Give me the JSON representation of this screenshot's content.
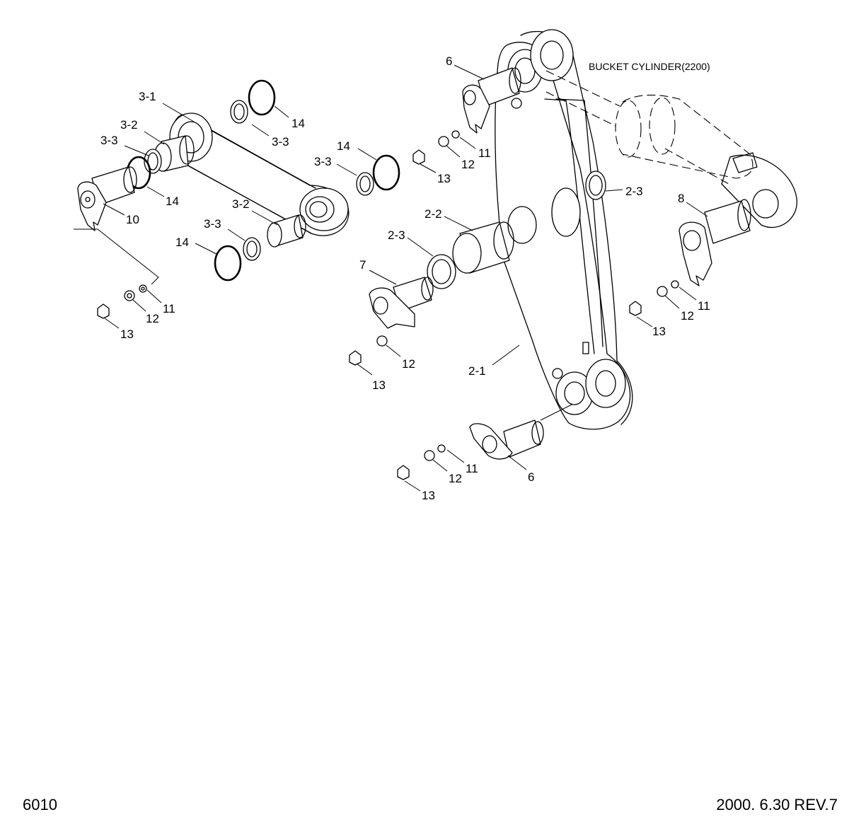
{
  "drawing": {
    "page_code": "6010",
    "revision": "2000. 6.30  REV.7",
    "note": "BUCKET CYLINDER(2200)"
  },
  "labels": {
    "p2_1": "2-1",
    "p2_2": "2-2",
    "p2_3": "2-3",
    "p3_1": "3-1",
    "p3_2": "3-2",
    "p3_3": "3-3",
    "p6": "6",
    "p7": "7",
    "p8": "8",
    "p10": "10",
    "p11": "11",
    "p12": "12",
    "p13": "13",
    "p14": "14"
  }
}
